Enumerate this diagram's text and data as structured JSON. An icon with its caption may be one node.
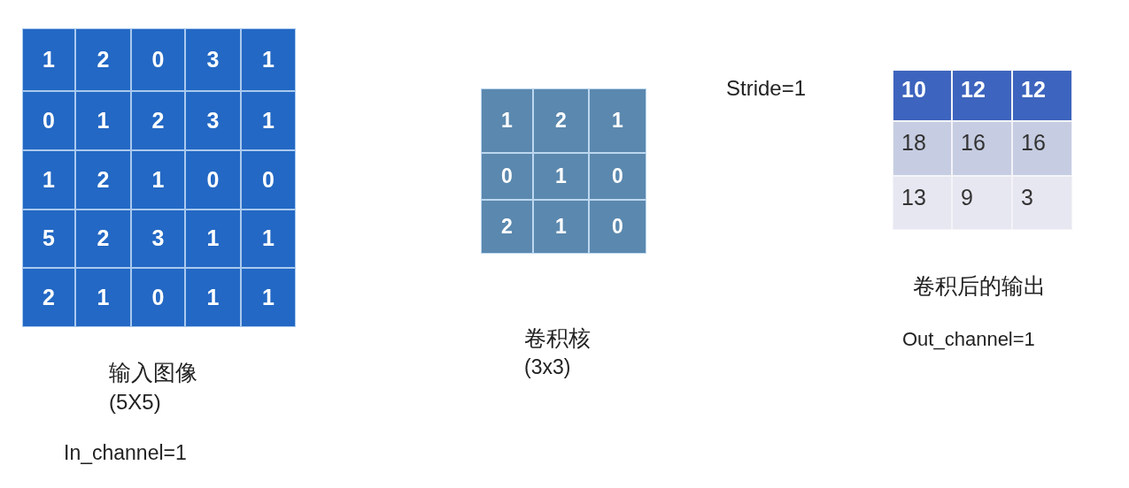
{
  "diagram": {
    "nodes": [
      {
        "text": [
          "1"
        ]
      },
      {
        "text": [
          "2"
        ]
      },
      {
        "text": [
          "0"
        ]
      },
      {
        "text": [
          "3"
        ]
      },
      {
        "text": [
          "1"
        ]
      },
      {
        "text": [
          "0"
        ]
      },
      {
        "text": [
          "1"
        ]
      },
      {
        "text": [
          "2"
        ]
      },
      {
        "text": [
          "3"
        ]
      },
      {
        "text": [
          "1"
        ]
      },
      {
        "text": [
          "1"
        ]
      },
      {
        "text": [
          "2"
        ]
      },
      {
        "text": [
          "1"
        ]
      },
      {
        "text": [
          "0"
        ]
      },
      {
        "text": [
          "0"
        ]
      },
      {
        "text": [
          "5"
        ]
      },
      {
        "text": [
          "2"
        ]
      },
      {
        "text": [
          "3"
        ]
      },
      {
        "text": [
          "1"
        ]
      },
      {
        "text": [
          "1"
        ]
      },
      {
        "text": [
          "2"
        ]
      },
      {
        "text": [
          "1"
        ]
      },
      {
        "text": [
          "0"
        ]
      },
      {
        "text": [
          "1"
        ]
      },
      {
        "text": [
          "1"
        ]
      },
      {
        "text": [
          "1"
        ]
      },
      {
        "text": [
          "2"
        ]
      },
      {
        "text": [
          "1"
        ]
      },
      {
        "text": [
          "0"
        ]
      },
      {
        "text": [
          "1"
        ]
      },
      {
        "text": [
          "0"
        ]
      },
      {
        "text": [
          "2"
        ]
      },
      {
        "text": [
          "1"
        ]
      },
      {
        "text": [
          "0"
        ]
      },
      {
        "text": [
          "10"
        ]
      },
      {
        "text": [
          "12"
        ]
      },
      {
        "text": [
          "12"
        ]
      },
      {
        "text": [
          "18"
        ]
      },
      {
        "text": [
          "16"
        ]
      },
      {
        "text": [
          "16"
        ]
      },
      {
        "text": [
          "13"
        ]
      },
      {
        "text": [
          "9"
        ]
      },
      {
        "text": [
          "3"
        ]
      }
    ],
    "labels": [
      "输入图像",
      "(5X5)",
      "In_channel=1",
      "卷积核",
      "(3x3)",
      "Stride=1",
      "卷积后的输出",
      "Out_channel=1"
    ]
  }
}
